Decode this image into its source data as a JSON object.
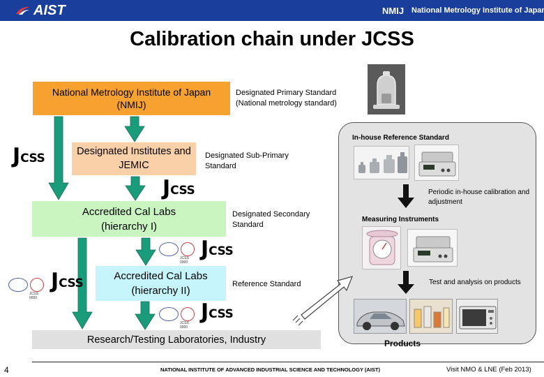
{
  "header": {
    "logo_text": "AIST",
    "right_logo": "NMIJ",
    "right_text": "National Metrology Institute of Japan",
    "background": "#1a3e9b"
  },
  "title": "Calibration chain under JCSS",
  "boxes": {
    "nmij": "National Metrology Institute of Japan (NMIJ)",
    "designated": "Designated Institutes and JEMIC",
    "accredited1": "Accredited Cal Labs (hierarchy I)",
    "accredited2": "Accredited Cal Labs (hierarchy II)",
    "rtl": "Research/Testing Laboratories, Industry"
  },
  "standards": {
    "primary": "Designated Primary Standard (National metrology standard)",
    "sub_primary": "Designated Sub-Primary Standard",
    "secondary": "Designated Secondary Standard",
    "reference": "Reference Standard"
  },
  "right_panel": {
    "inhouse": "In-house Reference Standard",
    "periodic": "Periodic in-house calibration and adjustment",
    "measuring": "Measuring Instruments",
    "test": "Test and analysis on products",
    "products": "Products"
  },
  "jcss_mark": {
    "j": "J",
    "css": "CSS"
  },
  "badge": {
    "caption": "JCSS 0000"
  },
  "colors": {
    "orange": "#f7a230",
    "peach": "#fad0a8",
    "light_green": "#c8f5c0",
    "light_cyan": "#c5f4fa",
    "grey": "#e0e0e0",
    "arrow_green": "#1a9c7a"
  },
  "footer": {
    "page": "4",
    "institute": "NATIONAL INSTITUTE OF ADVANCED INDUSTRIAL SCIENCE AND TECHNOLOGY (AIST)",
    "right": "Visit NMO & LNE (Feb 2013)"
  }
}
